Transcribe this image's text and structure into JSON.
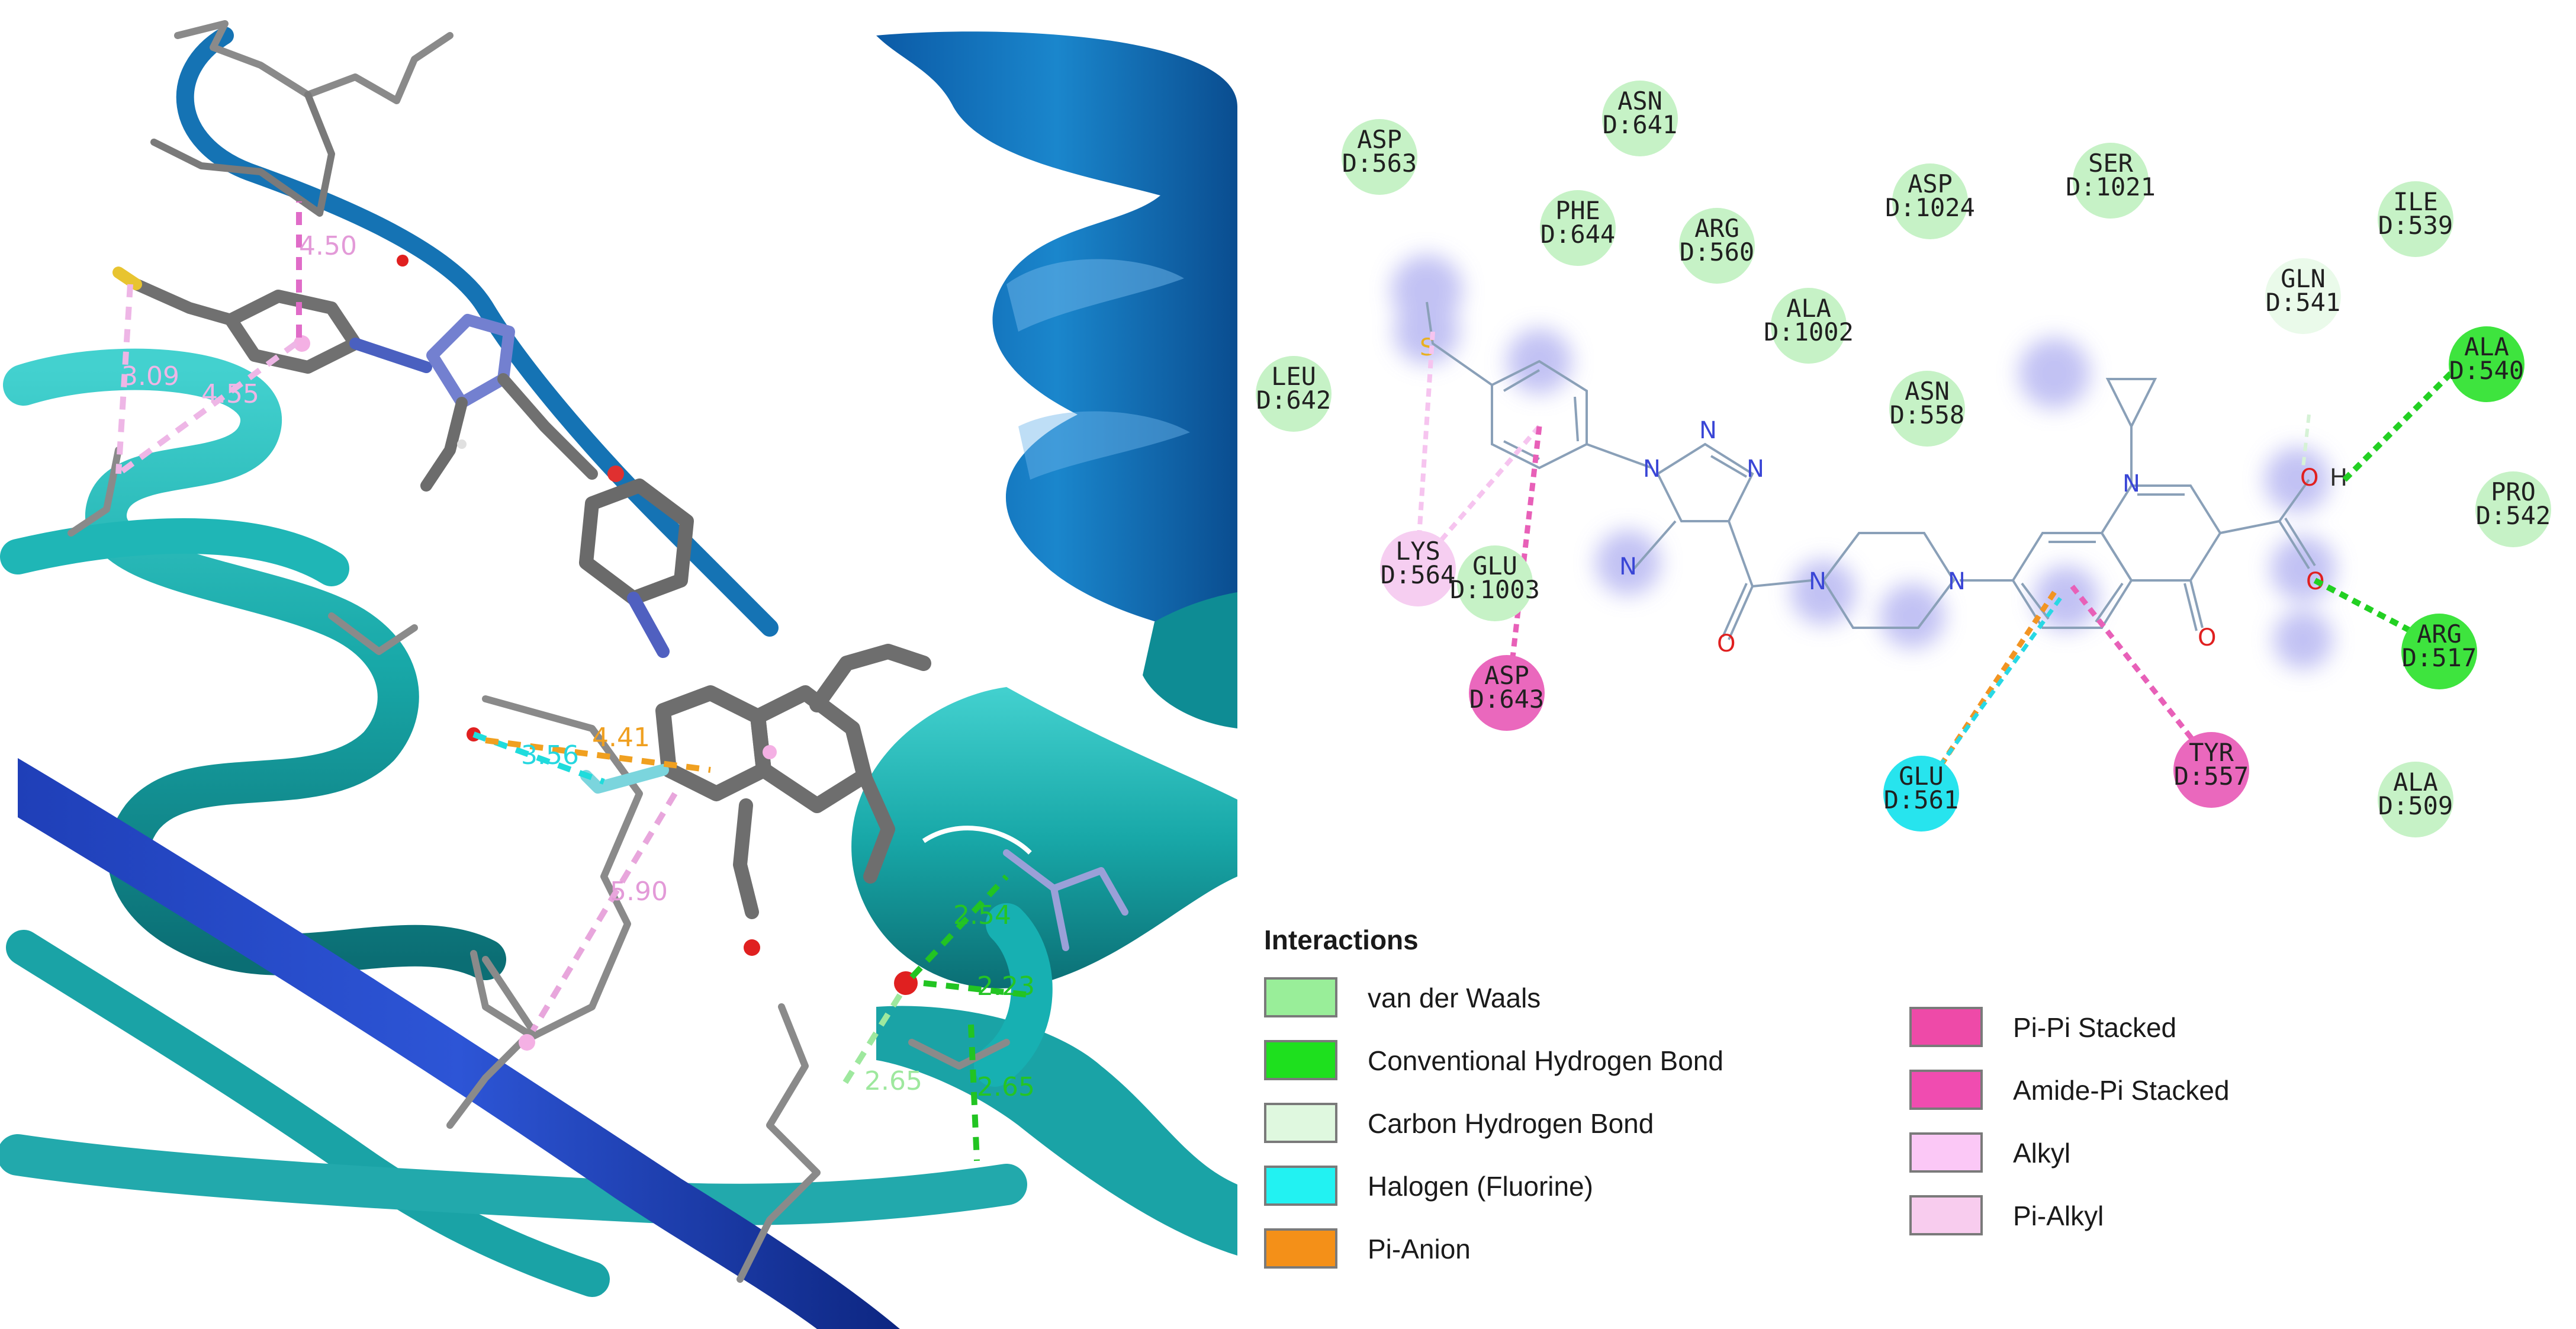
{
  "view3d": {
    "distances": [
      {
        "text": "4.50",
        "color": "#e39ad8"
      },
      {
        "text": "3.09",
        "color": "#eeb6e6"
      },
      {
        "text": "4.55",
        "color": "#eeb6e6"
      },
      {
        "text": "3.56",
        "color": "#25d7e0"
      },
      {
        "text": "4.41",
        "color": "#f0a020"
      },
      {
        "text": "5.90",
        "color": "#e39ad8"
      },
      {
        "text": "2.54",
        "color": "#25c425"
      },
      {
        "text": "2.23",
        "color": "#25c425"
      },
      {
        "text": "2.65",
        "color": "#9ee89e"
      },
      {
        "text": "2.65",
        "color": "#25c425"
      }
    ]
  },
  "diagram2d": {
    "residues": [
      {
        "name": "ASN",
        "id": "D:641",
        "color": "#c6f2c6"
      },
      {
        "name": "ASP",
        "id": "D:563",
        "color": "#c6f2c6"
      },
      {
        "name": "SER",
        "id": "D:1021",
        "color": "#c6f2c6"
      },
      {
        "name": "ASP",
        "id": "D:1024",
        "color": "#c6f2c6"
      },
      {
        "name": "PHE",
        "id": "D:644",
        "color": "#c6f2c6"
      },
      {
        "name": "ARG",
        "id": "D:560",
        "color": "#c6f2c6"
      },
      {
        "name": "ILE",
        "id": "D:539",
        "color": "#c6f2c6"
      },
      {
        "name": "GLN",
        "id": "D:541",
        "color": "#eafaea"
      },
      {
        "name": "ALA",
        "id": "D:1002",
        "color": "#c6f2c6"
      },
      {
        "name": "ALA",
        "id": "D:540",
        "color": "#3ee43e"
      },
      {
        "name": "LEU",
        "id": "D:642",
        "color": "#c6f2c6"
      },
      {
        "name": "ASN",
        "id": "D:558",
        "color": "#c6f2c6"
      },
      {
        "name": "PRO",
        "id": "D:542",
        "color": "#c6f2c6"
      },
      {
        "name": "LYS",
        "id": "D:564",
        "color": "#f6cef1"
      },
      {
        "name": "GLU",
        "id": "D:1003",
        "color": "#c6f2c6"
      },
      {
        "name": "ARG",
        "id": "D:517",
        "color": "#3ee43e"
      },
      {
        "name": "ASP",
        "id": "D:643",
        "color": "#ea68bd"
      },
      {
        "name": "GLU",
        "id": "D:561",
        "color": "#27e4ee"
      },
      {
        "name": "TYR",
        "id": "D:557",
        "color": "#ea68bd"
      },
      {
        "name": "ALA",
        "id": "D:509",
        "color": "#c6f2c6"
      }
    ],
    "atoms": {
      "n_triazole": "N",
      "n_amino": "N",
      "n_pip1": "N",
      "n_pip2": "N",
      "n_quin": "N",
      "o_amide": "O",
      "o_keto": "O",
      "o_acid1": "O",
      "o_acid2": "O",
      "h": "H",
      "s": "S"
    }
  },
  "legend": {
    "title": "Interactions",
    "left_items": [
      {
        "label": "van der Waals",
        "color": "#99ee99"
      },
      {
        "label": "Conventional Hydrogen Bond",
        "color": "#1ee01e"
      },
      {
        "label": "Carbon Hydrogen Bond",
        "color": "#dff8df"
      },
      {
        "label": "Halogen (Fluorine)",
        "color": "#22f2f2"
      },
      {
        "label": "Pi-Anion",
        "color": "#f49018"
      }
    ],
    "right_items": [
      {
        "label": "Pi-Pi Stacked",
        "color": "#ee4aa8"
      },
      {
        "label": "Amide-Pi Stacked",
        "color": "#f04cb0"
      },
      {
        "label": "Alkyl",
        "color": "#fbc8f6"
      },
      {
        "label": "Pi-Alkyl",
        "color": "#f8ccee"
      }
    ]
  }
}
